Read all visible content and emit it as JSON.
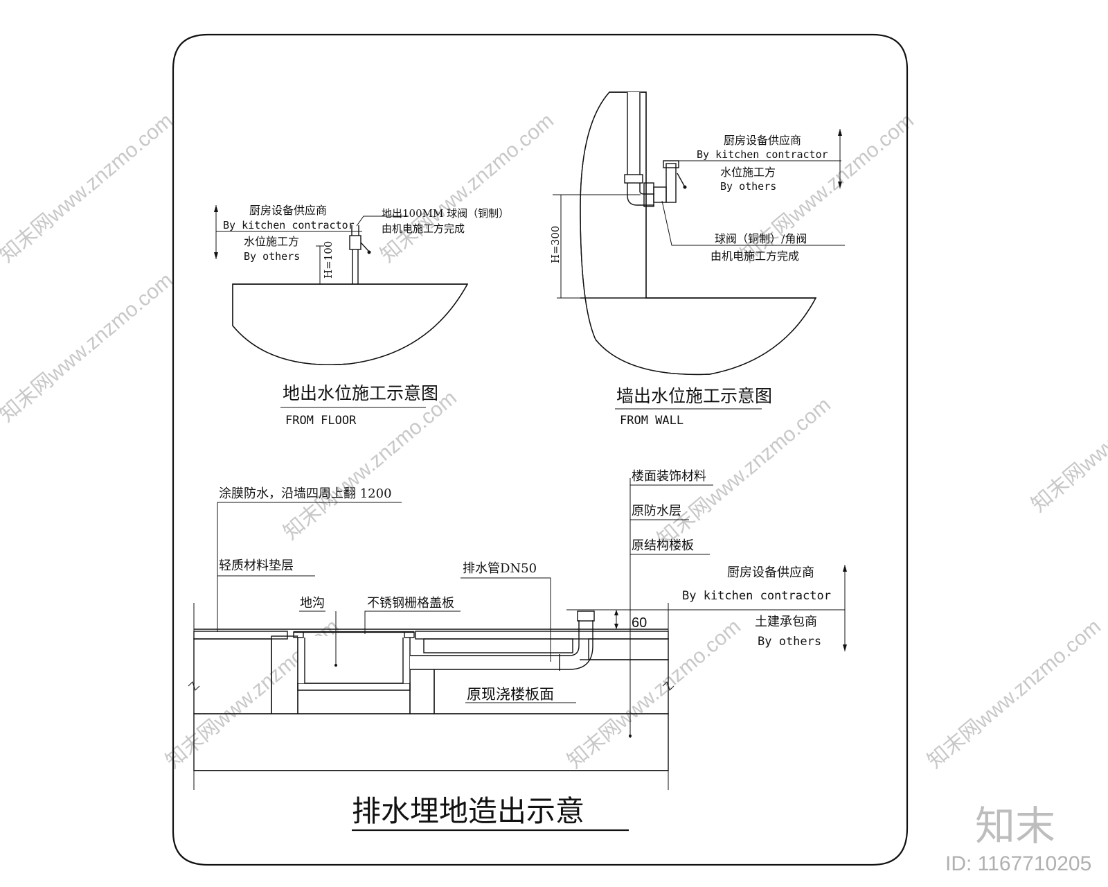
{
  "floor_detail": {
    "supplier_cn": "厨房设备供应商",
    "supplier_en": "By kitchen contractor",
    "others_cn": "水位施工方",
    "others_en": "By others",
    "valve_note_1": "地出100MM 球阀（铜制）",
    "valve_note_2": "由机电施工方完成",
    "height": "H=100",
    "title_cn": "地出水位施工示意图",
    "title_en": "FROM FLOOR"
  },
  "wall_detail": {
    "supplier_cn": "厨房设备供应商",
    "supplier_en": "By kitchen contractor",
    "others_cn": "水位施工方",
    "others_en": "By others",
    "valve_note_1": "球阀（铜制）/角阀",
    "valve_note_2": "由机电施工方完成",
    "height": "H=300",
    "title_cn": "墙出水位施工示意图",
    "title_en": "FROM WALL"
  },
  "drain_detail": {
    "waterproof": "涂膜防水，沿墙四周上翻 1200",
    "lightweight_layer": "轻质材料垫层",
    "trench": "地沟",
    "grating": "不锈钢栅格盖板",
    "drain_pipe": "排水管DN50",
    "floor_finish": "楼面装饰材料",
    "orig_waterproof": "原防水层",
    "orig_slab": "原结构楼板",
    "supplier_cn": "厨房设备供应商",
    "supplier_en": "By kitchen contractor",
    "civil_cn": "土建承包商",
    "civil_en": "By others",
    "dim_60": "60",
    "cast_slab": "原现浇楼板面",
    "title": "排水埋地造出示意"
  },
  "watermark": {
    "brand_cn": "知末",
    "site": "知末网www.znzmo.com",
    "id_label": "ID: 1167710205"
  }
}
